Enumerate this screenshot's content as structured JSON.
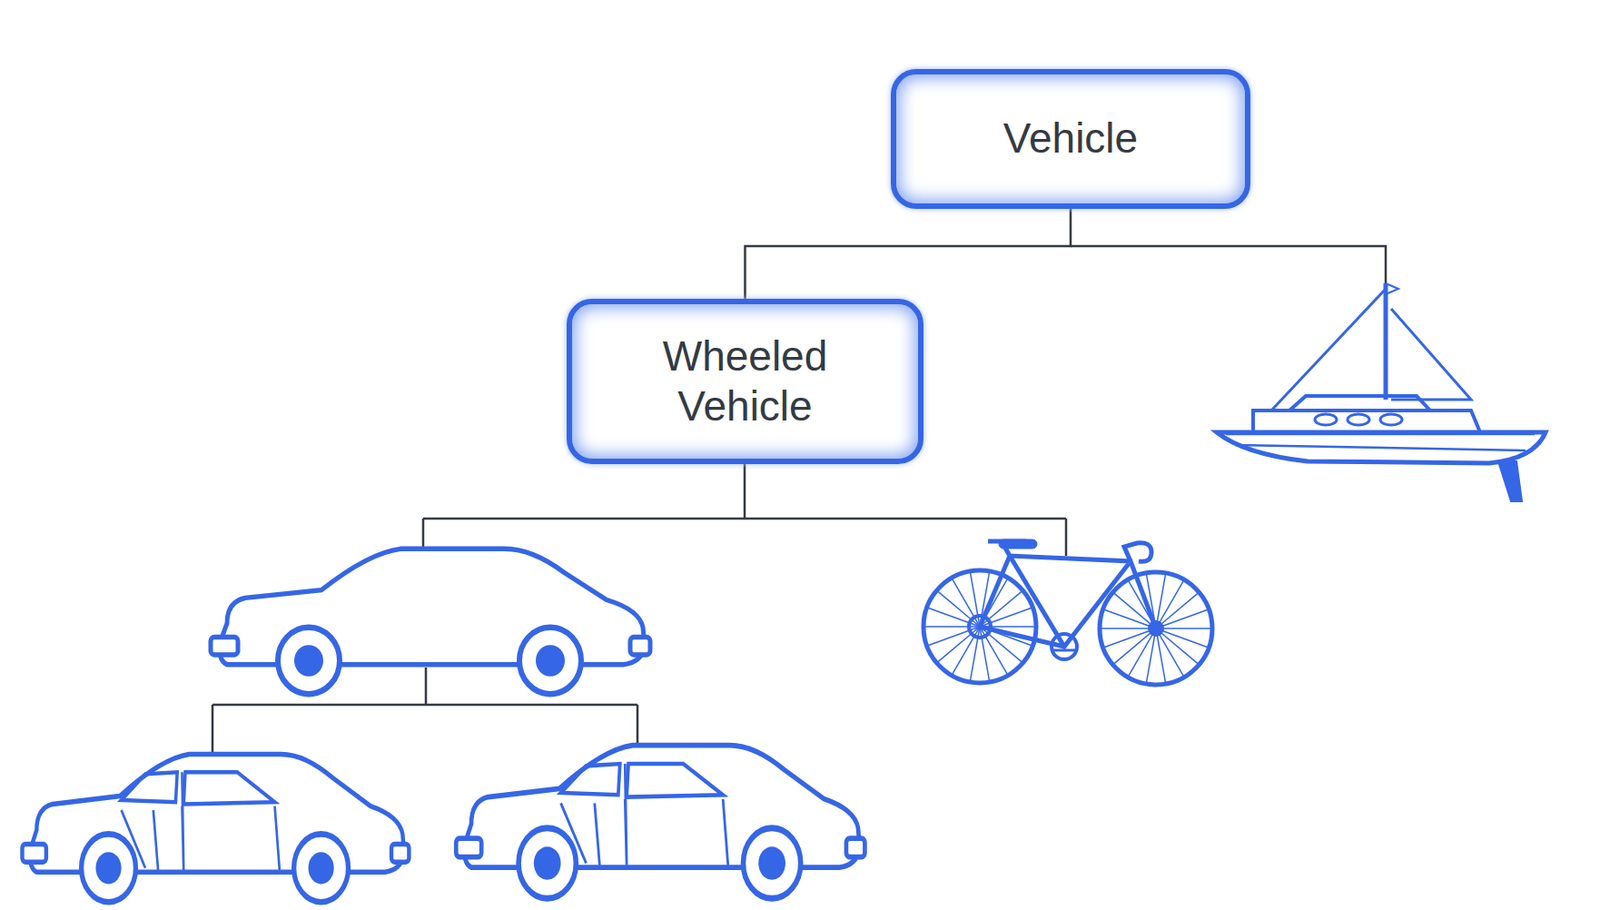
{
  "diagram": {
    "nodes": [
      {
        "text": [
          "Vehicle"
        ]
      },
      {
        "text": [
          "Wheeled Vehicle"
        ]
      }
    ],
    "edges": [
      {
        "from": 0,
        "to": 1,
        "arrow": "none"
      }
    ]
  }
}
